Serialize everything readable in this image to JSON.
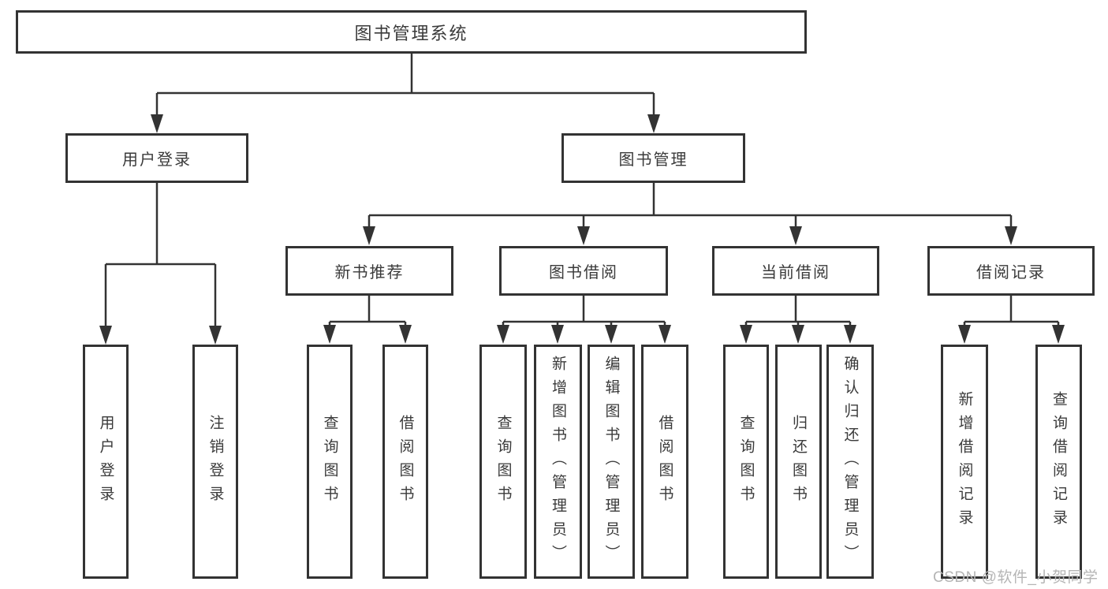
{
  "diagram_title": "图书管理系统",
  "tree": {
    "root": {
      "label": "图书管理系统"
    },
    "branches": [
      {
        "label": "用户登录",
        "children": [
          {
            "label": "用户登录"
          },
          {
            "label": "注销登录"
          }
        ]
      },
      {
        "label": "图书管理",
        "children": [
          {
            "label": "新书推荐",
            "children": [
              {
                "label": "查询图书"
              },
              {
                "label": "借阅图书"
              }
            ]
          },
          {
            "label": "图书借阅",
            "children": [
              {
                "label": "查询图书"
              },
              {
                "label": "新增图书（管理员）"
              },
              {
                "label": "编辑图书（管理员）"
              },
              {
                "label": "借阅图书"
              }
            ]
          },
          {
            "label": "当前借阅",
            "children": [
              {
                "label": "查询图书"
              },
              {
                "label": "归还图书"
              },
              {
                "label": "确认归还（管理员）"
              }
            ]
          },
          {
            "label": "借阅记录",
            "children": [
              {
                "label": "新增借阅记录"
              },
              {
                "label": "查询借阅记录"
              }
            ]
          }
        ]
      }
    ]
  },
  "watermark": "CSDN @软件_小贺同学",
  "colors": {
    "line": "#333333",
    "box_border": "#333333",
    "text": "#3a3a3a",
    "background": "#ffffff",
    "watermark": "#b5b5b5"
  }
}
